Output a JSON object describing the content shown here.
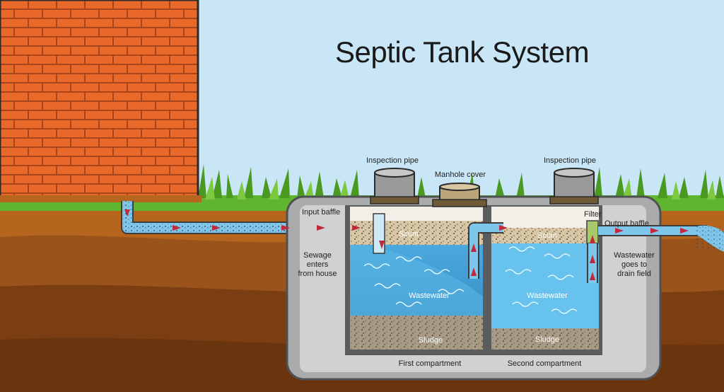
{
  "title": "Septic Tank System",
  "labels": {
    "inspection_pipe_left": "Inspection pipe",
    "inspection_pipe_right": "Inspection pipe",
    "manhole_cover": "Manhole cover",
    "input_baffle": "Input baffle",
    "filter": "Filter",
    "output_baffle": "Output baffle",
    "scum_left": "Scum",
    "scum_right": "Scum",
    "wastewater_left": "Wastewater",
    "wastewater_right": "Wastewater",
    "sludge_left": "Sludge",
    "sludge_right": "Sludge",
    "sewage_enters": "Sewage\nenters\nfrom house",
    "wastewater_goes": "Wastewater\ngoes to\ndrain field",
    "first_compartment": "First compartment",
    "second_compartment": "Second compartment"
  },
  "colors": {
    "sky": "#c9e6f6",
    "brick": "#e8692a",
    "mortar": "#a8451b",
    "grass": "#5fb52e",
    "soil_top": "#b5651d",
    "soil_deep": "#7a3e12",
    "tank_concrete": "#a9abac",
    "tank_border": "#4f5153",
    "water": "#5eb8e6",
    "pipe": "#7fc6ec",
    "arrow": "#c0293b"
  }
}
